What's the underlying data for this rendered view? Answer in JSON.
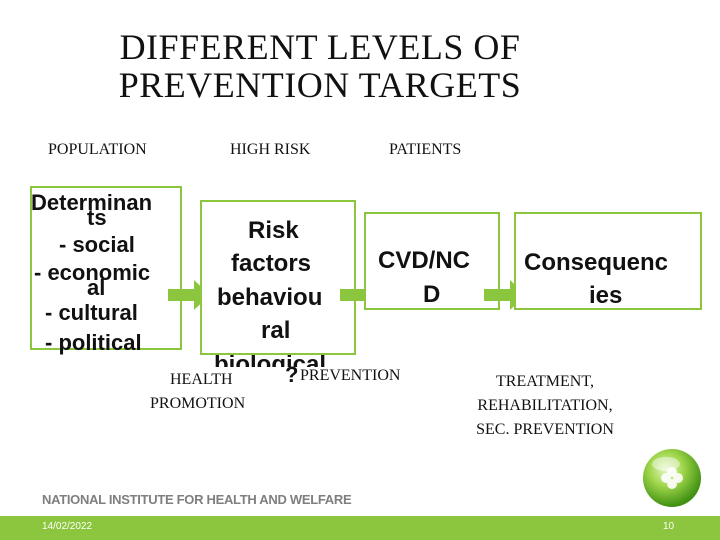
{
  "title_line1": "DIFFERENT LEVELS OF",
  "title_line2": "PREVENTION TARGETS",
  "columns": {
    "population": "POPULATION",
    "high_risk": "HIGH RISK",
    "patients": "PATIENTS"
  },
  "boxes": {
    "determinants": {
      "line1": "Determinan",
      "line2": "ts",
      "line3": "- social",
      "line4": "- economic",
      "line5": "al",
      "line6": "- cultural",
      "line7": "- political"
    },
    "risk": {
      "line1": "Risk",
      "line2": "factors",
      "line3": "behaviou",
      "line4": "ral",
      "line5": "biological"
    },
    "cvd": {
      "line1": "CVD/NC",
      "line2": "D"
    },
    "consequences": {
      "line1": "Consequenc",
      "line2": "ies"
    }
  },
  "bottom_labels": {
    "health_line1": "HEALTH",
    "health_line2": "PROMOTION",
    "question": "?",
    "prevention": "PREVENTION",
    "treatment_line1": "TREATMENT,",
    "treatment_line2": "REHABILITATION,",
    "treatment_line3": "SEC. PREVENTION"
  },
  "footer": {
    "institute": "NATIONAL INSTITUTE FOR HEALTH AND WELFARE",
    "date": "14/02/2022",
    "page": "10"
  },
  "colors": {
    "accent": "#8cc63f",
    "arrow": "#8cc63f"
  }
}
